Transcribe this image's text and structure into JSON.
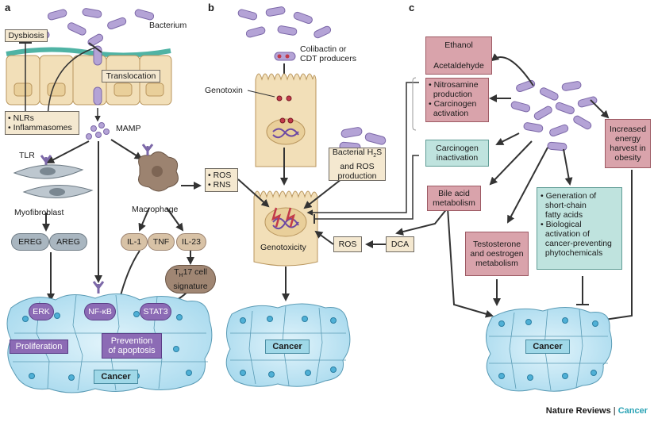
{
  "panels": {
    "a": "a",
    "b": "b",
    "c": "c"
  },
  "panel_a": {
    "bacterium": "Bacterium",
    "dysbiosis": "Dysbiosis",
    "translocation": "Translocation",
    "nlrs": "NLRs",
    "inflammasomes": "Inflammasomes",
    "mamp": "MAMP",
    "tlr": "TLR",
    "myofibroblast": "Myofibroblast",
    "macrophage": "Macrophage",
    "ereg": "EREG",
    "areg": "AREG",
    "il1": "IL-1",
    "tnf": "TNF",
    "il23": "IL-23",
    "th17_pre": "T",
    "th17_sub": "H",
    "th17_post": "17 cell",
    "signature": "signature",
    "erk": "ERK",
    "nfkb": "NF-κB",
    "stat3": "STAT3",
    "proliferation": "Proliferation",
    "prevention_l1": "Prevention",
    "prevention_l2": "of apoptosis",
    "cancer": "Cancer"
  },
  "panel_b": {
    "colibactin_l1": "Colibactin or",
    "colibactin_l2": "CDT producers",
    "genotoxin": "Genotoxin",
    "ros": "ROS",
    "rns": "RNS",
    "h2s_l1_pre": "Bacterial H",
    "h2s_sub": "2",
    "h2s_l1_post": "S",
    "h2s_l2": "and ROS",
    "h2s_l3": "production",
    "genotoxicity": "Genotoxicity",
    "ros2": "ROS",
    "dca": "DCA",
    "cancer": "Cancer"
  },
  "panel_c": {
    "ethanol": "Ethanol",
    "acetaldehyde": "Acetaldehyde",
    "nitrosamine_l1": "Nitrosamine",
    "nitrosamine_l2": "production",
    "carcinogen_act_l1": "Carcinogen",
    "carcinogen_act_l2": "activation",
    "carcinogen_inact_l1": "Carcinogen",
    "carcinogen_inact_l2": "inactivation",
    "bile_l1": "Bile acid",
    "bile_l2": "metabolism",
    "testo_l1": "Testosterone",
    "testo_l2": "and oestrogen",
    "testo_l3": "metabolism",
    "scfa_l1": "Generation of",
    "scfa_l2": "short-chain",
    "scfa_l3": "fatty acids",
    "bio_l1": "Biological",
    "bio_l2": "activation of",
    "bio_l3": "cancer-preventing",
    "bio_l4": "phytochemicals",
    "energy_l1": "Increased",
    "energy_l2": "energy",
    "energy_l3": "harvest in",
    "energy_l4": "obesity",
    "cancer": "Cancer"
  },
  "footer": {
    "journal": "Nature Reviews",
    "separator": "|",
    "section": "Cancer"
  },
  "colors": {
    "bacteria": "#b4a3d6",
    "cell_tan": "#f2dfb8",
    "cell_blue": "#bfe5f3",
    "pink_box": "#d9a3ab",
    "teal_box": "#bfe3de",
    "tan_box": "#f4e8d0",
    "purple": "#8c6bb5",
    "accent_text": "#2aa3b5"
  }
}
